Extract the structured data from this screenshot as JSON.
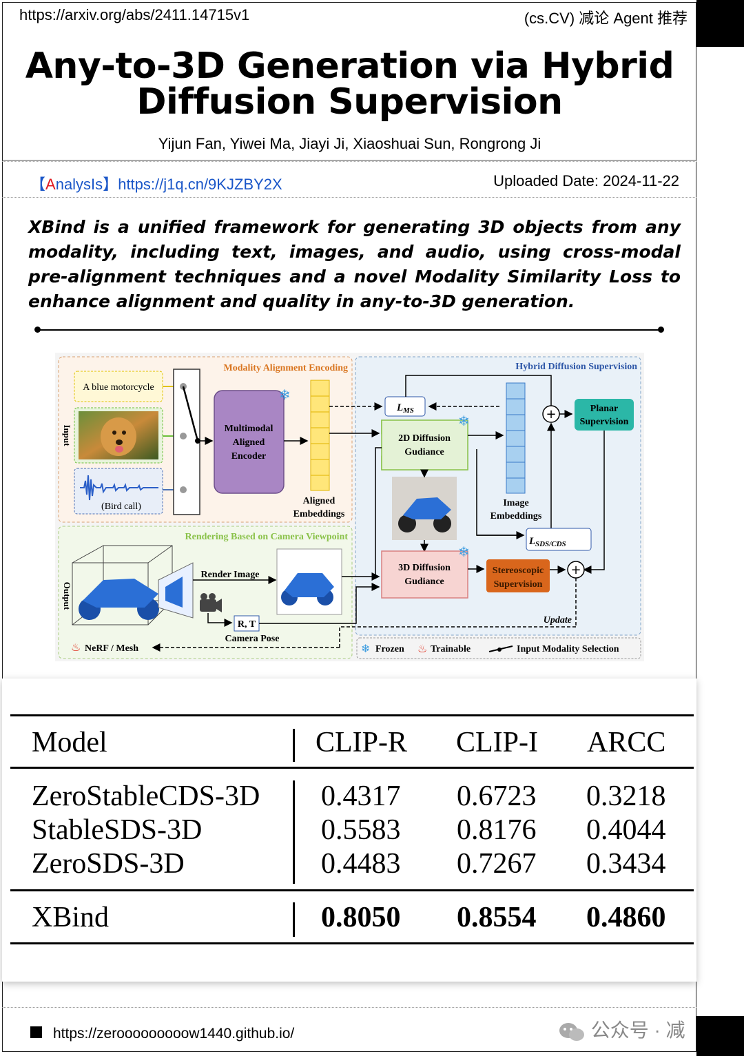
{
  "header": {
    "url": "https://arxiv.org/abs/2411.14715v1",
    "category": "(cs.CV) 减论 Agent 推荐"
  },
  "paper": {
    "title_line1": "Any-to-3D Generation via Hybrid",
    "title_line2": "Diffusion Supervision",
    "authors": "Yijun Fan, Yiwei Ma, Jiayi Ji, Xiaoshuai Sun, Rongrong Ji"
  },
  "meta": {
    "analysis_bracket_open": "【",
    "analysis_a": "A",
    "analysis_rest": "nalysIs",
    "analysis_bracket_close": "】",
    "analysis_link": "https://j1q.cn/9KJZBY2X",
    "uploaded": "Uploaded Date: 2024-11-22"
  },
  "summary": "XBind is a unified framework for generating 3D objects from any modality, including text, images, and audio, using cross-modal pre-alignment techniques and a novel Modality Similarity Loss to enhance alignment and quality in any-to-3D generation.",
  "figure": {
    "modality_title": "Modality Alignment Encoding",
    "hybrid_title": "Hybrid Diffusion Supervision",
    "rendering_title": "Rendering Based on Camera Viewpoint",
    "input_label": "Input",
    "output_label": "Output",
    "text_input": "A blue motorcycle",
    "audio_label": "(Bird call)",
    "encoder_l1": "Multimodal",
    "encoder_l2": "Aligned",
    "encoder_l3": "Encoder",
    "aligned_l1": "Aligned",
    "aligned_l2": "Embeddings",
    "lms_main": "L",
    "lms_sub": "MS",
    "diff2d_l1": "2D Diffusion",
    "diff2d_l2": "Gudiance",
    "image_emb_l1": "Image",
    "image_emb_l2": "Embeddings",
    "planar_l1": "Planar",
    "planar_l2": "Supervision",
    "lsds_main": "L",
    "lsds_sub": "SDS/CDS",
    "render_image": "Render Image",
    "diff3d_l1": "3D Diffusion",
    "diff3d_l2": "Gudiance",
    "stereo_l1": "Stereoscopic",
    "stereo_l2": "Supervision",
    "rt": "R, T",
    "camera_pose": "Camera Pose",
    "update": "Update",
    "nerf": "NeRF / Mesh",
    "frozen": "Frozen",
    "trainable": "Trainable",
    "input_sel": "Input Modality Selection",
    "colors": {
      "orange_title": "#d9751f",
      "blue_title": "#2f58a8",
      "green_title": "#8ac24a",
      "encoder_fill": "#a986c4",
      "embed_fill": "#ffe67a",
      "planar_fill": "#2bb7a7",
      "stereo_fill": "#d9661c"
    }
  },
  "table": {
    "headers": [
      "Model",
      "CLIP-R",
      "CLIP-I",
      "ARCC"
    ],
    "rows": [
      [
        "ZeroStableCDS-3D",
        "0.4317",
        "0.6723",
        "0.3218"
      ],
      [
        "StableSDS-3D",
        "0.5583",
        "0.8176",
        "0.4044"
      ],
      [
        "ZeroSDS-3D",
        "0.4483",
        "0.7267",
        "0.3434"
      ]
    ],
    "best": [
      "XBind",
      "0.8050",
      "0.8554",
      "0.4860"
    ]
  },
  "footer": {
    "url": "https://zerooooooooow1440.github.io/",
    "wechat": "公众号 · 减"
  }
}
